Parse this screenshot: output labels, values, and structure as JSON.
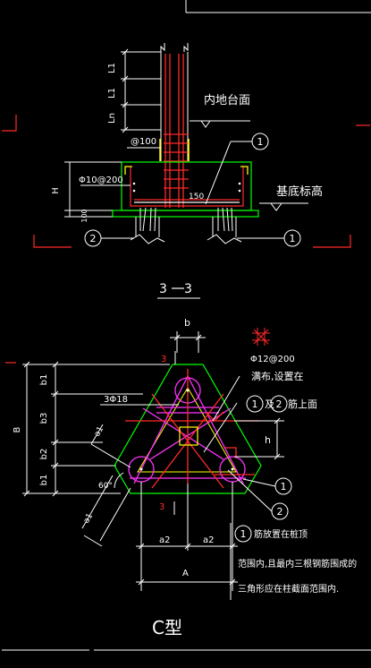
{
  "section_33": {
    "title": "3",
    "title_suffix": "3",
    "labels": {
      "l1_top": "L1",
      "l1_mid": "L1",
      "ln": "Ln",
      "floor_label": "内地台面",
      "spacing_100": "@100",
      "callout_1": "1",
      "rebar_left": "Φ10@200",
      "h": "H",
      "dim_100": "100",
      "dim_150": "150",
      "base_label": "基底标高",
      "callout_2": "2",
      "callout_1b": "1"
    }
  },
  "type_c": {
    "title": "C型",
    "labels": {
      "b": "b",
      "b1_top": "b1",
      "b3": "b3",
      "b_total": "B",
      "b2": "b2",
      "b1_bot": "b1",
      "rebar_3phi": "3Φ18",
      "a1_top": "a1",
      "angle": "60°",
      "a1_bot": "a1",
      "a2_left": "a2",
      "a2_right": "a2",
      "a_total": "A",
      "three_top": "3",
      "three_bot": "3",
      "rebar_phi12": "Φ12@200",
      "note_line1": "满布,设置在",
      "note_callout": "1",
      "note_line1b": "及",
      "note_callout2": "2",
      "note_line1c": "筋上面",
      "h": "h",
      "callout_1": "1",
      "callout_2": "2",
      "note2_callout": "1",
      "note2_line1": "筋放置在桩顶",
      "note2_line2": "范围内,且最内三根钢筋围成的",
      "note2_line3": "三角形应在柱截面范围内."
    }
  },
  "colors": {
    "white": "#ffffff",
    "yellow": "#ffff00",
    "red": "#ff2a2a",
    "green": "#00ff00",
    "magenta": "#ff33ff",
    "background": "#000000"
  }
}
